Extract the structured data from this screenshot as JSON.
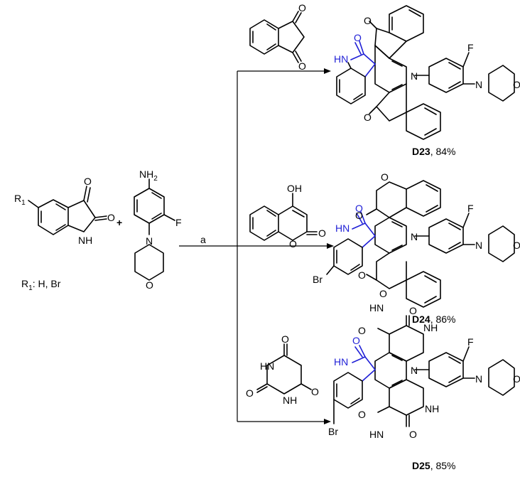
{
  "reagent_label": "a",
  "substituent_note": {
    "prefix": "R",
    "sub": "1",
    "rest": ": H, Br"
  },
  "plus": "+",
  "atoms": {
    "O": "O",
    "N": "N",
    "F": "F",
    "Br": "Br",
    "HN": "HN",
    "NH": "NH",
    "OH": "OH",
    "R": "R",
    "one": "1",
    "NH2_main": "NH",
    "two": "2"
  },
  "products": [
    {
      "code": "D23",
      "yield": ", 84%"
    },
    {
      "code": "D24",
      "yield": ", 86%"
    },
    {
      "code": "D25",
      "yield": ", 85%"
    }
  ]
}
